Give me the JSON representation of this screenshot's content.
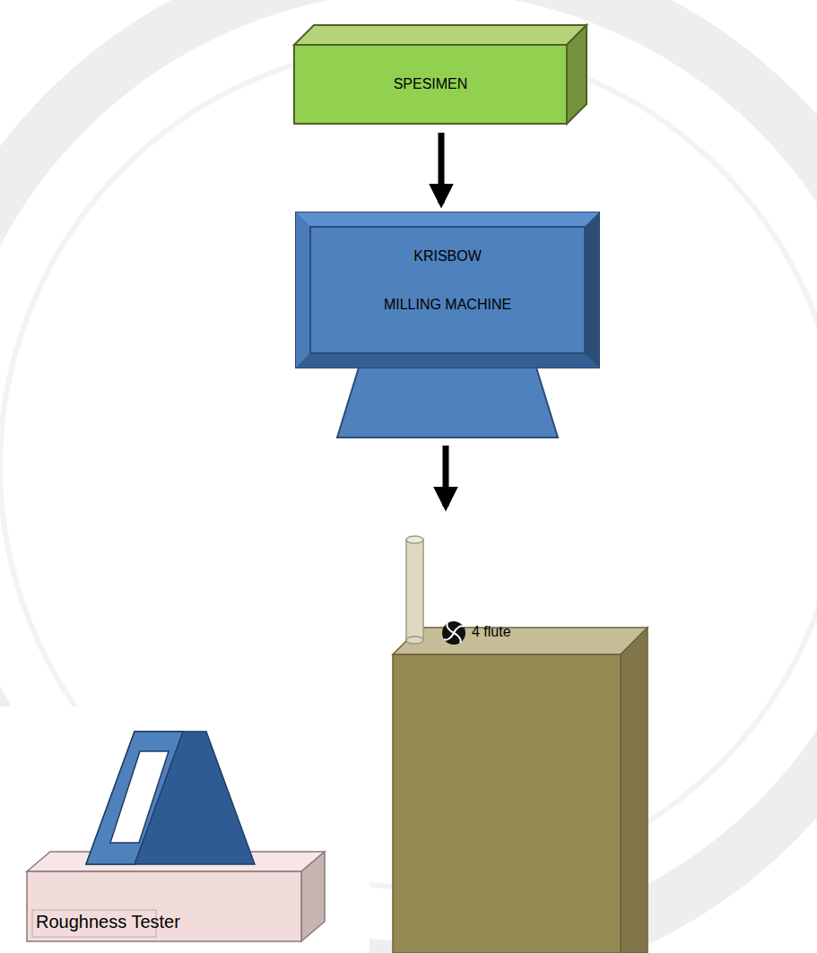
{
  "diagram": {
    "nodes": [
      {
        "text": [
          "SPESIMEN"
        ]
      },
      {
        "text": [
          "KRISBOW MILLING MACHINE"
        ]
      },
      {
        "text": [
          "4 flute"
        ]
      },
      {
        "text": [
          "Roughness Tester"
        ]
      }
    ],
    "edges": [
      {
        "from": 0,
        "to": 1,
        "arrow": "to"
      },
      {
        "from": 1,
        "to": 2,
        "arrow": "to"
      }
    ]
  }
}
